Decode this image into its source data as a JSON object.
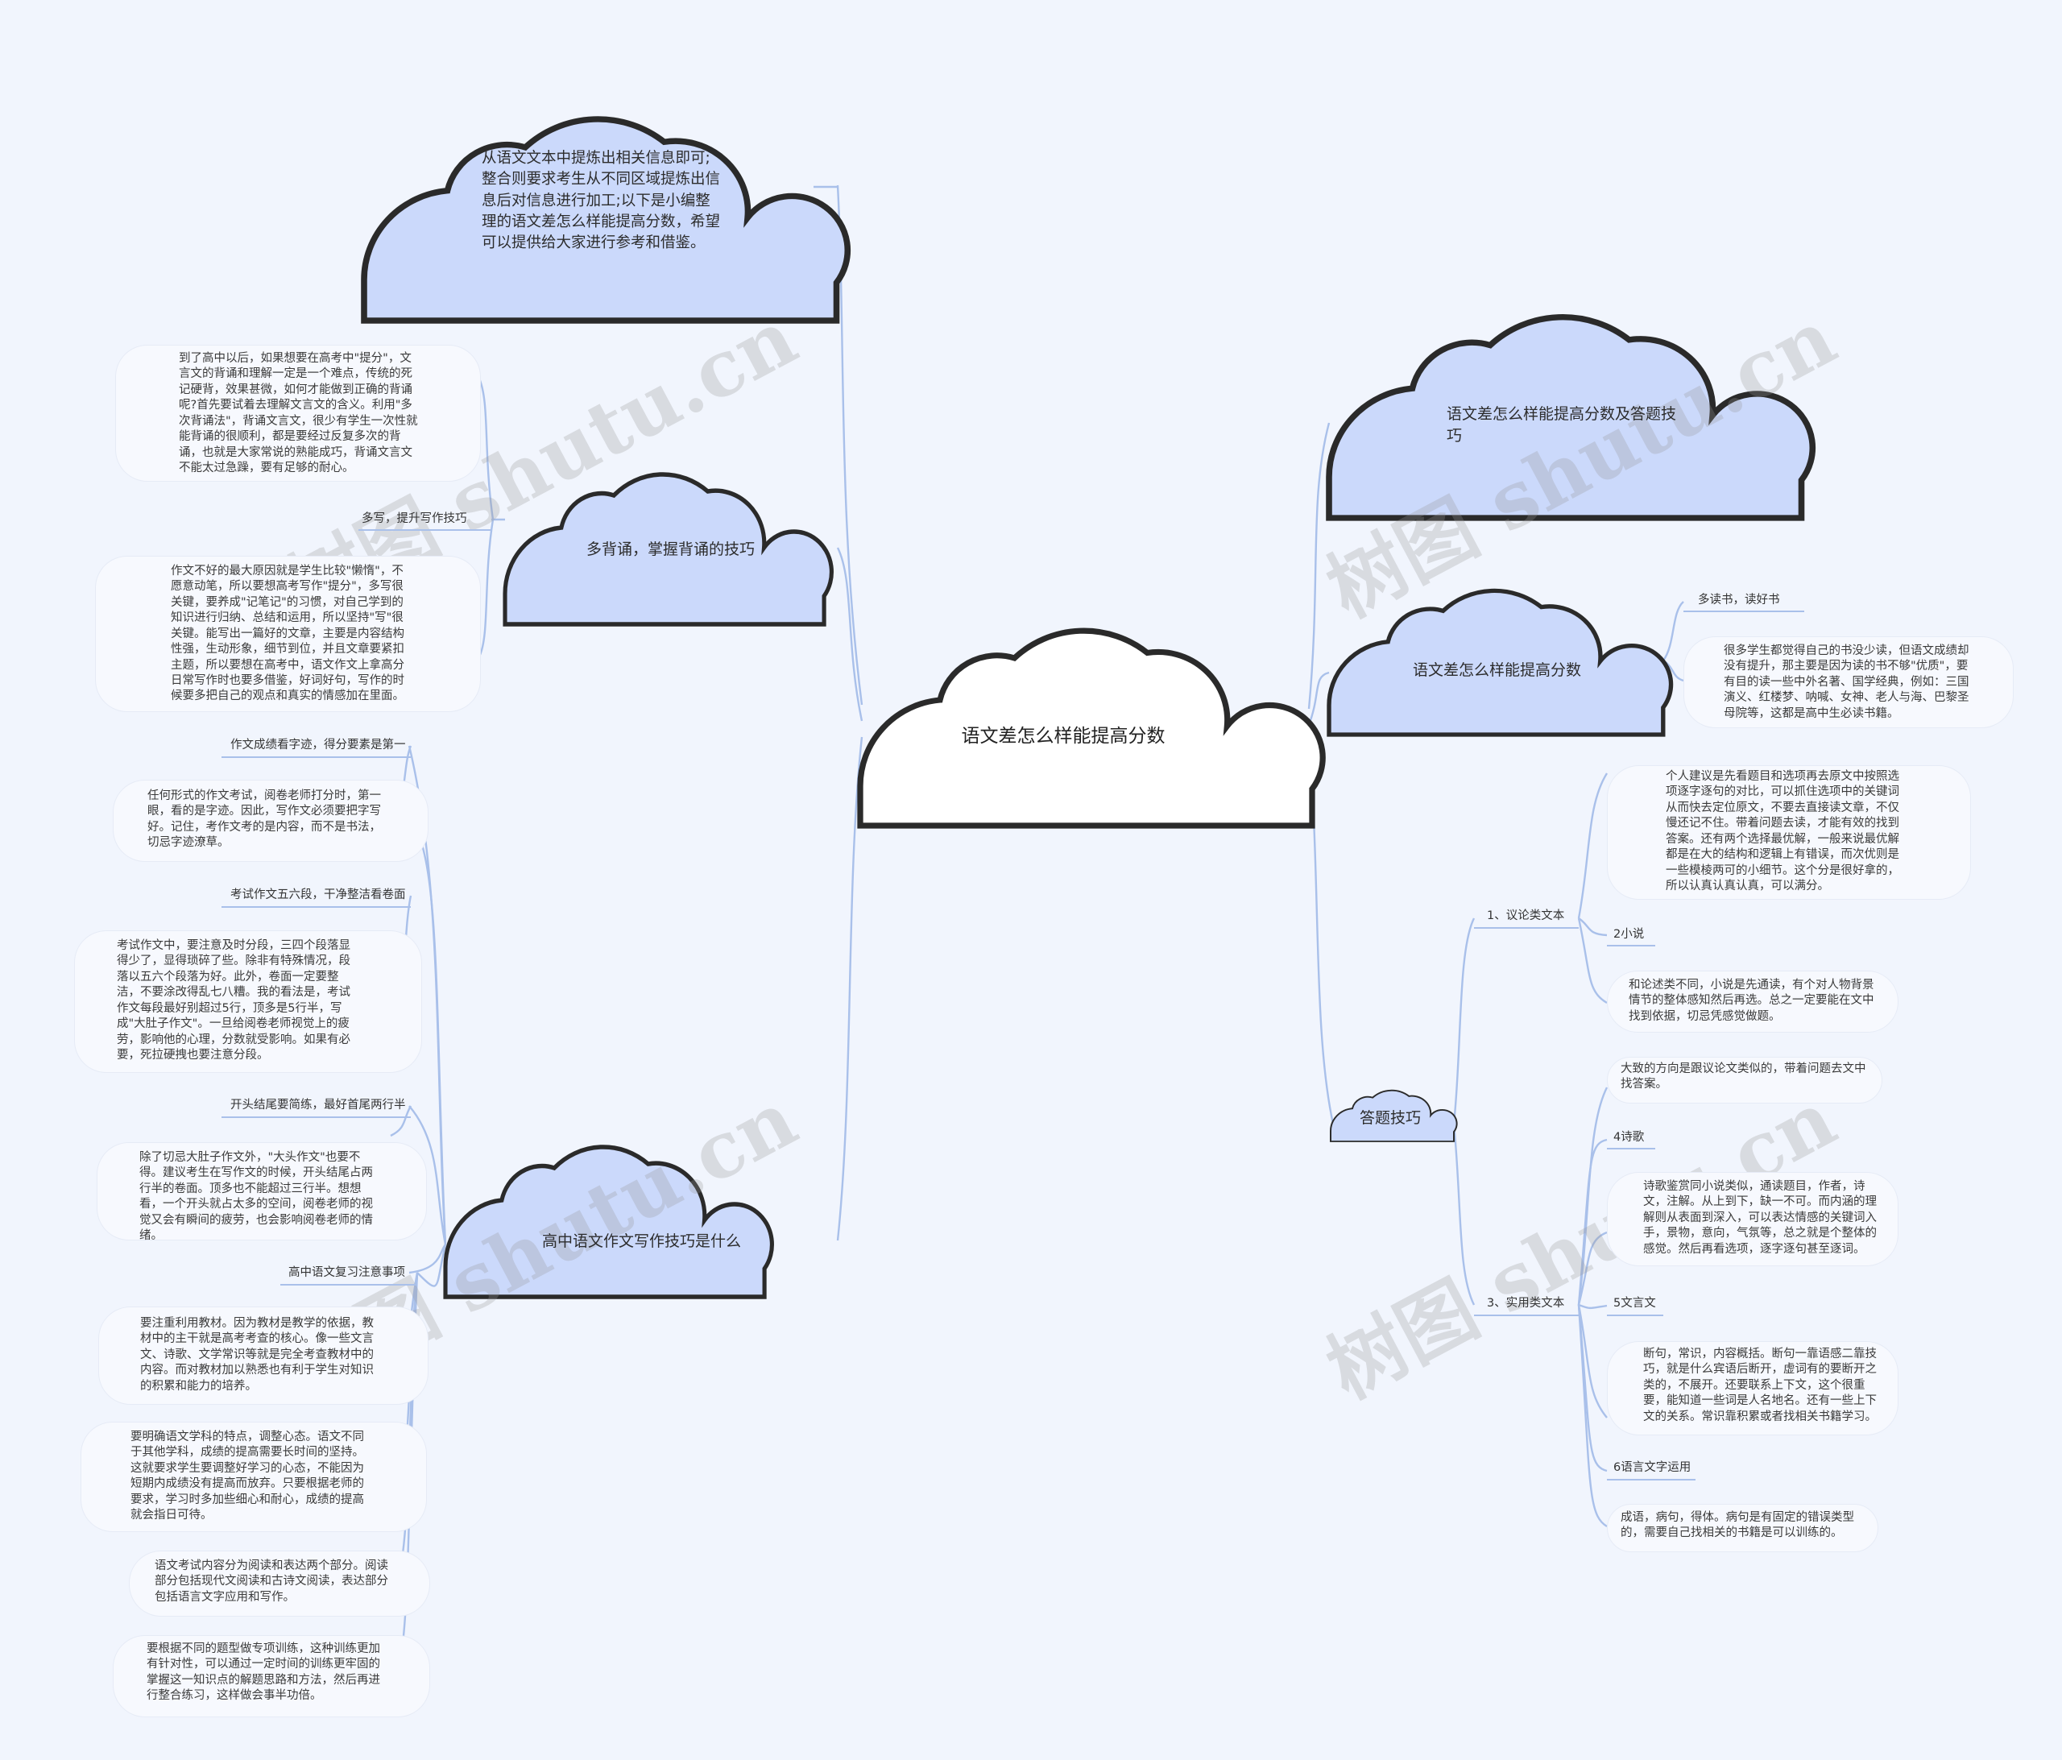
{
  "watermark": "树图 shutu.cn",
  "root": {
    "label": "语文差怎么样能提高分数"
  },
  "left": {
    "intro": {
      "text": "从语文文本中提炼出相关信息即可;整合则要求考生从不同区域提炼出信息后对信息进行加工;以下是小编整理的语文差怎么样能提高分数，希望可以提供给大家进行参考和借鉴。"
    },
    "recite": {
      "label": "多背诵，掌握背诵的技巧",
      "note_top": "到了高中以后，如果想要在高考中\"提分\"，文言文的背诵和理解一定是一个难点，传统的死记硬背，效果甚微，如何才能做到正确的背诵呢?首先要试着去理解文言文的含义。利用\"多次背诵法\"，背诵文言文，很少有学生一次性就能背诵的很顺利，都是要经过反复多次的背诵，也就是大家常说的熟能成巧，背诵文言文不能太过急躁，要有足够的耐心。",
      "sub_label": "多写，提升写作技巧",
      "note_bottom": "作文不好的最大原因就是学生比较\"懒惰\"，不愿意动笔，所以要想高考写作\"提分\"，多写很关键，要养成\"记笔记\"的习惯，对自己学到的知识进行归纳、总结和运用，所以坚持\"写\"很关键。能写出一篇好的文章，主要是内容结构性强，生动形象，细节到位，并且文章要紧扣主题，所以要想在高考中，语文作文上拿高分日常写作时也要多借鉴，好词好句，写作的时候要多把自己的观点和真实的情感加在里面。"
    },
    "writing": {
      "label": "高中语文作文写作技巧是什么",
      "items": [
        {
          "label": "作文成绩看字迹，得分要素是第一",
          "note": "任何形式的作文考试，阅卷老师打分时，第一眼，看的是字迹。因此，写作文必须要把字写好。记住，考作文考的是内容，而不是书法，切忌字迹潦草。"
        },
        {
          "label": "考试作文五六段，干净整洁看卷面",
          "note": "考试作文中，要注意及时分段，三四个段落显得少了，显得琐碎了些。除非有特殊情况，段落以五六个段落为好。此外，卷面一定要整洁，不要涂改得乱七八糟。我的看法是，考试作文每段最好别超过5行，顶多是5行半，写成\"大肚子作文\"。一旦给阅卷老师视觉上的疲劳，影响他的心理，分数就受影响。如果有必要，死拉硬拽也要注意分段。"
        },
        {
          "label": "开头结尾要简练，最好首尾两行半",
          "note": "除了切忌大肚子作文外，\"大头作文\"也要不得。建议考生在写作文的时候，开头结尾占两行半的卷面。顶多也不能超过三行半。想想看，一个开头就占太多的空间，阅卷老师的视觉又会有瞬间的疲劳，也会影响阅卷老师的情绪。"
        },
        {
          "label": "高中语文复习注意事项",
          "notes": [
            "要注重利用教材。因为教材是教学的依据，教材中的主干就是高考考查的核心。像一些文言文、诗歌、文学常识等就是完全考查教材中的内容。而对教材加以熟悉也有利于学生对知识的积累和能力的培养。",
            "要明确语文学科的特点，调整心态。语文不同于其他学科，成绩的提高需要长时间的坚持。这就要求学生要调整好学习的心态，不能因为短期内成绩没有提高而放弃。只要根据老师的要求，学习时多加些细心和耐心，成绩的提高就会指日可待。",
            "语文考试内容分为阅读和表达两个部分。阅读部分包括现代文阅读和古诗文阅读，表达部分包括语言文字应用和写作。",
            "要根据不同的题型做专项训练，这种训练更加有针对性，可以通过一定时间的训练更牢固的掌握这一知识点的解题思路和方法，然后再进行整合练习，这样做会事半功倍。"
          ]
        }
      ]
    }
  },
  "right": {
    "title_cloud": {
      "label": "语文差怎么样能提高分数及答题技巧"
    },
    "score": {
      "label": "语文差怎么样能提高分数",
      "sub_label": "多读书，读好书",
      "note": "很多学生都觉得自己的书没少读，但语文成绩却没有提升，那主要是因为读的书不够\"优质\"，要有目的读一些中外名著、国学经典，例如：三国演义、红楼梦、呐喊、女神、老人与海、巴黎圣母院等，这都是高中生必读书籍。"
    },
    "skills": {
      "label": "答题技巧",
      "argument": {
        "label": "1、议论类文本",
        "note": "个人建议是先看题目和选项再去原文中按照选项逐字逐句的对比，可以抓住选项中的关键词从而快去定位原文，不要去直接读文章，不仅慢还记不住。带着问题去读，才能有效的找到答案。还有两个选择最优解，一般来说最优解都是在大的结构和逻辑上有错误，而次优则是一些模棱两可的小细节。这个分是很好拿的，所以认真认真认真，可以满分。",
        "novel_label": "2小说",
        "novel_note": "和论述类不同，小说是先通读，有个对人物背景情节的整体感知然后再选。总之一定要能在文中找到依据，切忌凭感觉做题。"
      },
      "practical": {
        "label": "3、实用类文本",
        "note": "大致的方向是跟议论文类似的，带着问题去文中找答案。",
        "poem_label": "4诗歌",
        "poem_note": "诗歌鉴赏同小说类似，通读题目，作者，诗文，注解。从上到下，缺一不可。而内涵的理解则从表面到深入，可以表达情感的关键词入手，景物，意向，气氛等，总之就是个整体的感觉。然后再看选项，逐字逐句甚至逐词。",
        "classical_label": "5文言文",
        "classical_note": "断句，常识，内容概括。断句一靠语感二靠技巧，就是什么宾语后断开，虚词有的要断开之类的，不展开。还要联系上下文，这个很重要，能知道一些词是人名地名。还有一些上下文的关系。常识靠积累或者找相关书籍学习。",
        "language_label": "6语言文字运用",
        "language_note": "成语，病句，得体。病句是有固定的错误类型的，需要自己找相关的书籍是可以训练的。"
      }
    }
  }
}
